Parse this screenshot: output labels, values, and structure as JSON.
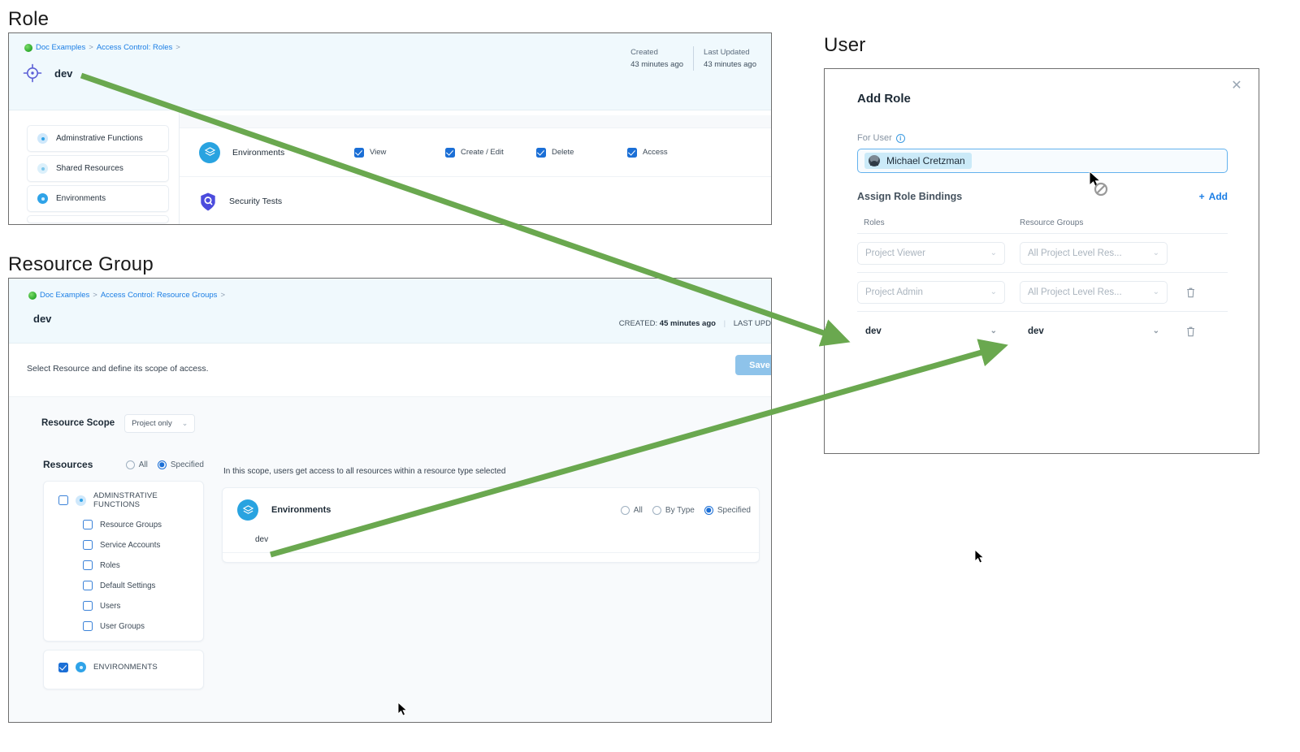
{
  "labels": {
    "role": "Role",
    "resource_group": "Resource Group",
    "user": "User"
  },
  "role_panel": {
    "breadcrumb": {
      "project": "Doc Examples",
      "sep1": ">",
      "section": "Access Control: Roles",
      "sep2": ">"
    },
    "title": "dev",
    "meta": {
      "created_label": "Created",
      "created_value": "43 minutes ago",
      "updated_label": "Last Updated",
      "updated_value": "43 minutes ago"
    },
    "sidebar": [
      {
        "label": "Adminstrative Functions",
        "icon": "dot-icon-light"
      },
      {
        "label": "Shared Resources",
        "icon": "dot-icon-lighter"
      },
      {
        "label": "Environments",
        "icon": "dot-icon-solid"
      }
    ],
    "permission_rows": [
      {
        "name": "Environments",
        "icon": "environments-icon",
        "checks": [
          {
            "label": "View",
            "checked": true
          },
          {
            "label": "Create / Edit",
            "checked": true
          },
          {
            "label": "Delete",
            "checked": true
          },
          {
            "label": "Access",
            "checked": true
          }
        ]
      },
      {
        "name": "Security Tests",
        "icon": "security-shield-icon",
        "checks": []
      }
    ]
  },
  "rg_panel": {
    "breadcrumb": {
      "project": "Doc Examples",
      "sep1": ">",
      "section": "Access Control: Resource Groups",
      "sep2": ">"
    },
    "title": "dev",
    "meta": {
      "created_label": "CREATED:",
      "created_value": "45 minutes ago",
      "updated_label": "LAST UPD"
    },
    "description": "Select Resource and define its scope of access.",
    "save_label": "Save",
    "scope": {
      "label": "Resource Scope",
      "value": "Project only"
    },
    "resources": {
      "title": "Resources",
      "options": [
        {
          "label": "All",
          "selected": false
        },
        {
          "label": "Specified",
          "selected": true
        }
      ],
      "groups": [
        {
          "label": "ADMINSTRATIVE FUNCTIONS",
          "checked": false,
          "children": [
            {
              "label": "Resource Groups",
              "checked": false
            },
            {
              "label": "Service Accounts",
              "checked": false
            },
            {
              "label": "Roles",
              "checked": false
            },
            {
              "label": "Default Settings",
              "checked": false
            },
            {
              "label": "Users",
              "checked": false
            },
            {
              "label": "User Groups",
              "checked": false
            }
          ]
        },
        {
          "label": "ENVIRONMENTS",
          "checked": true,
          "children": []
        }
      ]
    },
    "scope_note": "In this scope, users get access to all resources within a resource type selected",
    "env_card": {
      "name": "Environments",
      "options": [
        {
          "label": "All",
          "selected": false
        },
        {
          "label": "By Type",
          "selected": false
        },
        {
          "label": "Specified",
          "selected": true
        }
      ],
      "value": "dev"
    }
  },
  "user_dialog": {
    "title": "Add Role",
    "close_icon": "close-icon",
    "for_user_label": "For User",
    "user_name": "Michael Cretzman",
    "assign_label": "Assign Role Bindings",
    "add_label": "Add",
    "columns": {
      "roles": "Roles",
      "resource_groups": "Resource Groups"
    },
    "bindings": [
      {
        "role": "Project Viewer",
        "resource_group": "All Project Level Res...",
        "deletable": false,
        "highlight": false
      },
      {
        "role": "Project Admin",
        "resource_group": "All Project Level Res...",
        "deletable": true,
        "highlight": false
      },
      {
        "role": "dev",
        "resource_group": "dev",
        "deletable": true,
        "highlight": true
      }
    ]
  },
  "colors": {
    "accent_blue": "#1b7ee5",
    "header_bg": "#f0f9fd",
    "checkbox_blue": "#1b6fd6",
    "arrow_green": "#6aa84f",
    "env_cyan": "#29a3e0"
  }
}
